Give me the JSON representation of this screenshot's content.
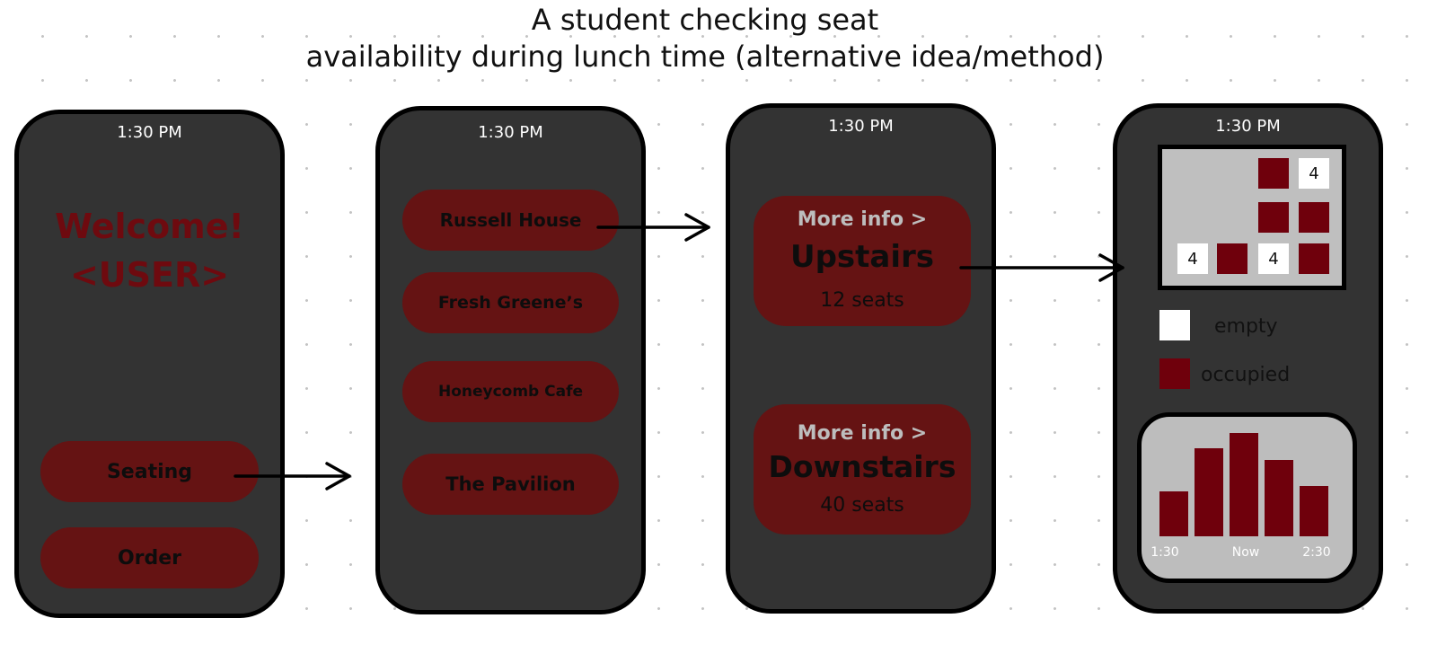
{
  "title": {
    "line1": "A student checking seat",
    "line2": "availability during lunch time (alternative idea/method)"
  },
  "time": "1:30 PM",
  "screen1": {
    "welcome_line1": "Welcome!",
    "welcome_line2": "<USER>",
    "seating_label": "Seating",
    "order_label": "Order"
  },
  "screen2": {
    "locations": [
      "Russell House",
      "Fresh Greene’s",
      "Honeycomb Cafe",
      "The Pavilion"
    ]
  },
  "screen3": {
    "more_info_label": "More info >",
    "floors": [
      {
        "name": "Upstairs",
        "seats": "12 seats"
      },
      {
        "name": "Downstairs",
        "seats": "40 seats"
      }
    ]
  },
  "screen4": {
    "seat_map": {
      "empty_seat_label": "4"
    },
    "legend": {
      "empty_label": "empty",
      "occupied_label": "occupied"
    }
  },
  "colors": {
    "screen_bg": "#333333",
    "button": "#651313",
    "welcome_text": "#6e0a0f",
    "occupied": "#6f000c",
    "empty": "#ffffff",
    "panel_bg": "#bfbfbf"
  },
  "chart_data": {
    "type": "bar",
    "categories": [
      "",
      "",
      "",
      "",
      ""
    ],
    "values": [
      2.3,
      4.5,
      5.3,
      3.9,
      2.6
    ],
    "tick_labels": [
      "1:30",
      "Now",
      "2:30"
    ],
    "ylim": [
      0,
      6
    ],
    "grid": false,
    "title": "",
    "xlabel": "",
    "ylabel": ""
  }
}
